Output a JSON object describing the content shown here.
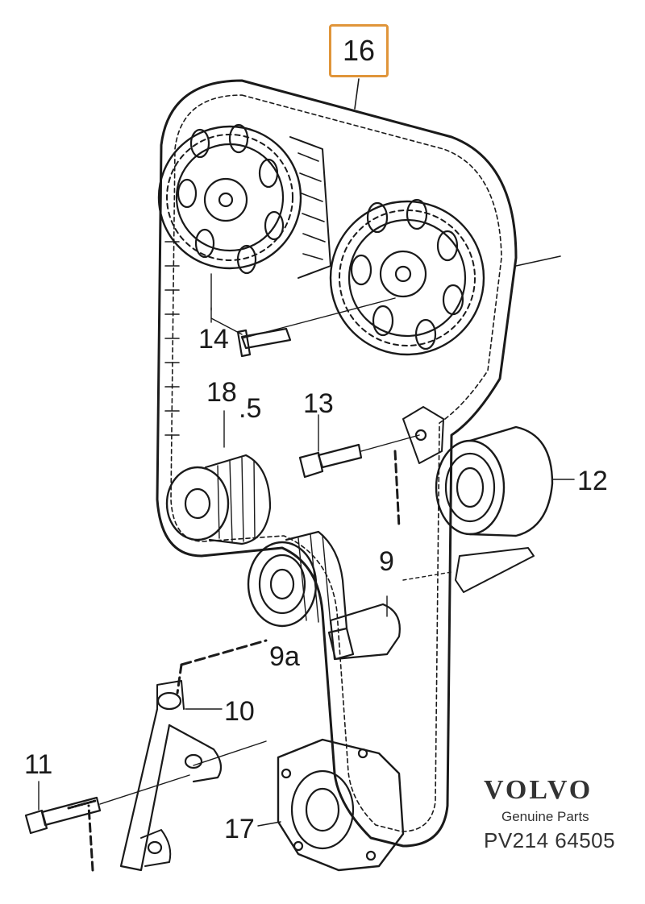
{
  "callouts": {
    "highlighted": "16",
    "c14": "14",
    "c18": "18",
    "c5": ".5",
    "c13": "13",
    "c12": "12",
    "c9": "9",
    "c9a": "9a",
    "c10": "10",
    "c11": "11",
    "c17": "17"
  },
  "brand": {
    "logo": "VOLVO",
    "subtitle": "Genuine Parts",
    "part_number": "PV214  64505"
  },
  "colors": {
    "line": "#1a1a1a",
    "highlight_border": "#e0953a",
    "background": "#ffffff"
  }
}
